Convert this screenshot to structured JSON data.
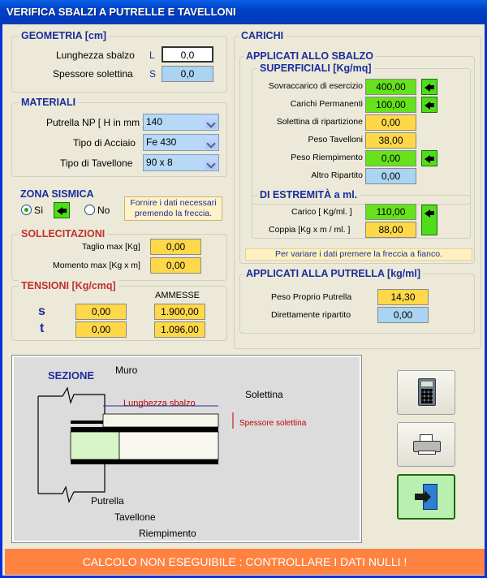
{
  "window": {
    "title": "VERIFICA SBALZI A PUTRELLE E TAVELLONI"
  },
  "geometria": {
    "title": "GEOMETRIA [cm]",
    "lunghezza_label": "Lunghezza sbalzo",
    "lunghezza_sym": "L",
    "lunghezza_value": "0,0",
    "spessore_label": "Spessore solettina",
    "spessore_sym": "S",
    "spessore_value": "0,0"
  },
  "materiali": {
    "title": "MATERIALI",
    "putrella_label": "Putrella NP [ H in mm ]",
    "putrella_value": "140",
    "acciaio_label": "Tipo di Acciaio",
    "acciaio_value": "Fe 430",
    "tavellone_label": "Tipo di Tavellone",
    "tavellone_value": "90 x 8"
  },
  "zona": {
    "title": "ZONA SISMICA",
    "si_label": "Sì",
    "no_label": "No",
    "selected": "Sì",
    "hint_line1": "Fornire i dati necessari",
    "hint_line2": "premendo la freccia."
  },
  "sollecitazioni": {
    "title": "SOLLECITAZIONI",
    "taglio_label": "Taglio max [Kg]",
    "taglio_value": "0,00",
    "momento_label": "Momento max [Kg x m]",
    "momento_value": "0,00"
  },
  "tensioni": {
    "title": "TENSIONI [Kg/cmq]",
    "ammesse_label": "AMMESSE",
    "sigma_sym": "s",
    "sigma_value": "0,00",
    "sigma_ammessa": "1.900,00",
    "tau_sym": "t",
    "tau_value": "0,00",
    "tau_ammessa": "1.096,00"
  },
  "carichi": {
    "title": "CARICHI",
    "sbalzo_title": "APPLICATI ALLO SBALZO",
    "superficiali_title": "SUPERFICIALI [Kg/mq]",
    "superficiali": [
      {
        "label": "Sovraccarico di esercizio",
        "value": "400,00",
        "color": "green",
        "arrow": true
      },
      {
        "label": "Carichi Permanenti",
        "value": "100,00",
        "color": "green",
        "arrow": true
      },
      {
        "label": "Solettina di ripartizione",
        "value": "0,00",
        "color": "yellow",
        "arrow": false
      },
      {
        "label": "Peso Tavelloni",
        "value": "38,00",
        "color": "yellow",
        "arrow": false
      },
      {
        "label": "Peso Riempimento",
        "value": "0,00",
        "color": "green",
        "arrow": true
      },
      {
        "label": "Altro Ripartito",
        "value": "0,00",
        "color": "blue",
        "arrow": false
      }
    ],
    "estremita_title": "DI ESTREMITÀ a ml.",
    "carico_label": "Carico  [ Kg/ml. ]",
    "carico_value": "110,00",
    "coppia_label": "Coppia  [Kg x m / ml. ]",
    "coppia_value": "88,00",
    "note": "Per variare i dati premere la freccia a fianco.",
    "putrella_title": "APPLICATI ALLA PUTRELLA [kg/ml]",
    "peso_proprio_label": "Peso Proprio Putrella",
    "peso_proprio_value": "14,30",
    "direttamente_label": "Direttamente ripartito",
    "direttamente_value": "0,00"
  },
  "sezione": {
    "title": "SEZIONE",
    "muro": "Muro",
    "solettina": "Solettina",
    "lunghezza": "Lunghezza sbalzo",
    "spessore": "Spessore solettina",
    "putrella": "Putrella",
    "tavellone": "Tavellone",
    "riempimento": "Riempimento"
  },
  "buttons": {
    "calc_icon": "calculator-icon",
    "print_icon": "printer-icon",
    "exit_icon": "exit-door-icon"
  },
  "status": {
    "message": "CALCOLO NON ESEGUIBILE : CONTROLLARE I DATI NULLI !"
  },
  "colors": {
    "title_text": "#1A2E9C",
    "red_title": "#C03030",
    "yellow": "#FFD84A",
    "green": "#66E21C",
    "blue": "#A9D4F2",
    "status_bg": "#FF8240"
  }
}
